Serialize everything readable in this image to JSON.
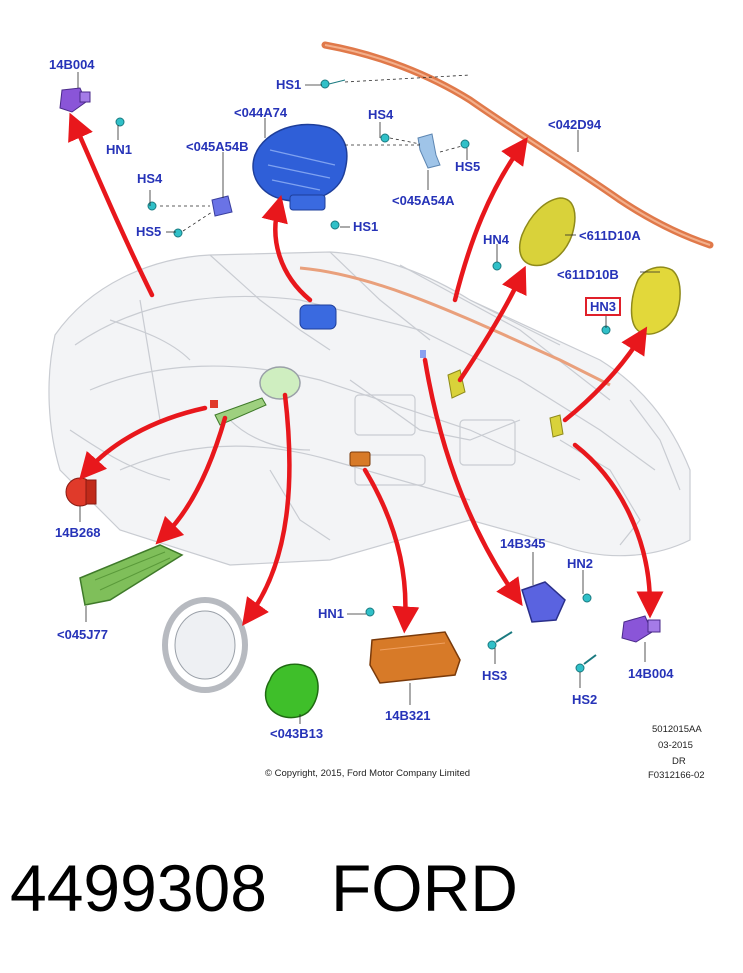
{
  "callouts": {
    "c14B004_top": "14B004",
    "hn1_top": "HN1",
    "hs1_top": "HS1",
    "c044A74": "<044A74",
    "hs4_top": "HS4",
    "hs5_right": "HS5",
    "c045A54B": "<045A54B",
    "hs4_left": "HS4",
    "hs5_left": "HS5",
    "c045A54A": "<045A54A",
    "hs1_mid": "HS1",
    "c042D94": "<042D94",
    "hn4": "HN4",
    "c611D10A": "<611D10A",
    "c611D10B": "<611D10B",
    "hn3": "HN3",
    "c14B268": "14B268",
    "c045J77": "<045J77",
    "c14B345": "14B345",
    "hn2": "HN2",
    "hn1_bottom": "HN1",
    "hs3": "HS3",
    "c14B321": "14B321",
    "c043B13": "<043B13",
    "hs2": "HS2",
    "c14B004_bottom": "14B004"
  },
  "meta": {
    "code1": "5012015AA",
    "date": "03-2015",
    "dr": "DR",
    "code2": "F0312166-02",
    "copyright": "© Copyright, 2015, Ford Motor Company Limited"
  },
  "footer": {
    "part_number": "4499308",
    "brand": "FORD"
  },
  "colors": {
    "callout_text": "#2633b8",
    "arrow": "#e8171c",
    "curtain_airbag": "#e0794a",
    "passenger_airbag": "#2f5fd8",
    "knee_airbag": "#7fbf5a",
    "driver_airbag": "#3fbf2a",
    "seat_airbag": "#d9d23a",
    "sensor_purple": "#8a55d8",
    "sensor_blue": "#5a63e0",
    "control_module": "#d77a28",
    "clockspring_red": "#e03a2a",
    "fastener": "#30c0c8",
    "highlight_box": "#e0202a"
  }
}
